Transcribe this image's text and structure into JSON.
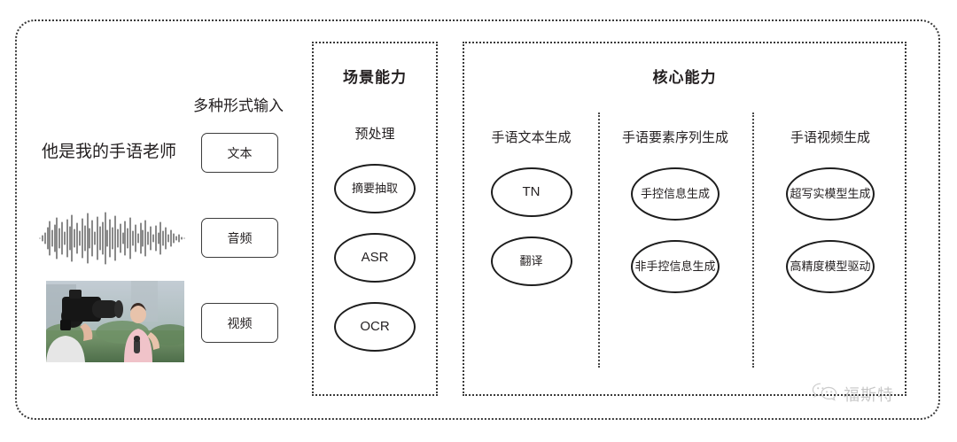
{
  "diagram": {
    "input_section": {
      "title": "多种形式输入",
      "sample_sentence": "他是我的手语老师",
      "modality_tags": [
        {
          "label": "文本",
          "icon": "text-sample-icon"
        },
        {
          "label": "音频",
          "icon": "audio-waveform-icon"
        },
        {
          "label": "视频",
          "icon": "video-thumbnail-icon"
        }
      ]
    },
    "scene_panel": {
      "title": "场景能力",
      "columns": [
        {
          "head": "预处理",
          "nodes": [
            "摘要抽取",
            "ASR",
            "OCR"
          ]
        }
      ]
    },
    "core_panel": {
      "title": "核心能力",
      "columns": [
        {
          "head": "手语文本生成",
          "nodes": [
            "TN",
            "翻译"
          ]
        },
        {
          "head": "手语要素序列生成",
          "nodes": [
            "手控信息生成",
            "非手控信息生成"
          ]
        },
        {
          "head": "手语视频生成",
          "nodes": [
            "超写实模型生成",
            "高精度模型驱动"
          ]
        }
      ]
    },
    "watermark": {
      "icon": "wechat-bubble-icon",
      "text": "福斯特"
    },
    "colors": {
      "border": "#3a3a3a",
      "node_stroke": "#1d1d1d",
      "text": "#231f20",
      "watermark_text": "#6f6f6f"
    }
  }
}
